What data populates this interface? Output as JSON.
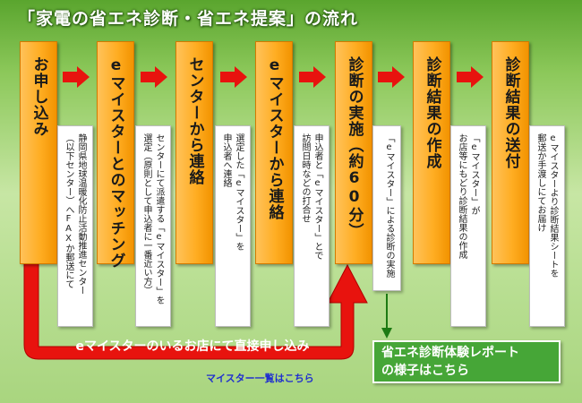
{
  "title": "「家電の省エネ診断・省エネ提案」の流れ",
  "steps": [
    {
      "label": "お申し込み"
    },
    {
      "label": "eマイスターとのマッチング"
    },
    {
      "label": "センターから連絡"
    },
    {
      "label": "eマイスターから連絡"
    },
    {
      "label": "診断の実施（約60分）"
    },
    {
      "label": "診断結果の作成"
    },
    {
      "label": "診断結果の送付"
    }
  ],
  "notes": [
    {
      "lines": [
        "静岡県地球温暖化防止活動推進センター",
        "（以下センター）へFAXか郵送にて"
      ]
    },
    {
      "lines": [
        "センターにて派遣する「eマイスター」を",
        "選定（原則として申込者に一番近い方）"
      ]
    },
    {
      "lines": [
        "選定した「eマイスター」を",
        "申込者へ連絡"
      ]
    },
    {
      "lines": [
        "申込者と「eマイスター」とで",
        "訪問日時などの打合せ"
      ]
    },
    {
      "lines": [
        "「eマイスター」による診断の実施"
      ]
    },
    {
      "lines": [
        "「eマイスター」が",
        "お店等にもどり診断結果の作成"
      ]
    },
    {
      "lines": [
        "eマイスターより診断結果シートを",
        "郵送か手渡しにてお届け"
      ]
    }
  ],
  "direct_apply_label": "eマイスターのいるお店にて直接申し込み",
  "meister_list_link": "マイスター一覧はこちら",
  "report_link": {
    "line1": "省エネ診断体験レポート",
    "line2": "の様子はこちら"
  },
  "colors": {
    "step_fill": "#ffad22",
    "arrow": "#e8130e",
    "report_fill": "#46a637",
    "link": "#1f2fcf"
  },
  "icons": {
    "step_arrow": "right-arrow-icon",
    "return_arrow": "up-arrow-icon",
    "down_arrow": "down-arrow-icon"
  }
}
